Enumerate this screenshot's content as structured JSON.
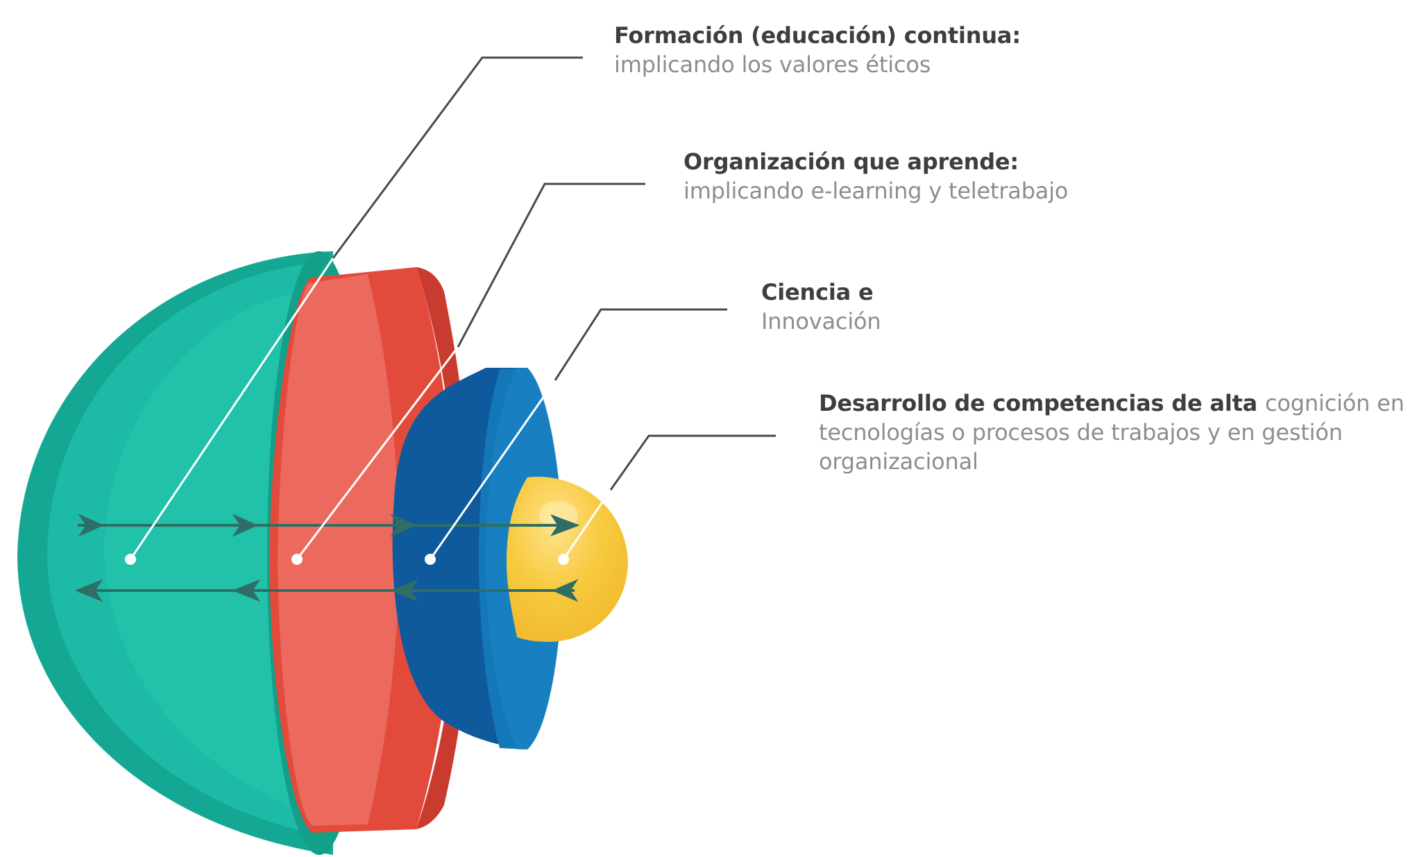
{
  "layers": [
    {
      "title": "Formación (educación) continua:",
      "description": "implicando los valores éticos",
      "color": "#1db5a3"
    },
    {
      "title": "Organización que aprende:",
      "description": "implicando e-learning y teletrabajo",
      "color": "#e34c3c"
    },
    {
      "title": "Ciencia e",
      "description": "Innovación",
      "color": "#1466a3"
    },
    {
      "title": "Desarrollo de competencias de alta",
      "description": "cognición en tecnologías o procesos de trabajos y en gestión organizacional",
      "color": "#f7c53c"
    }
  ]
}
